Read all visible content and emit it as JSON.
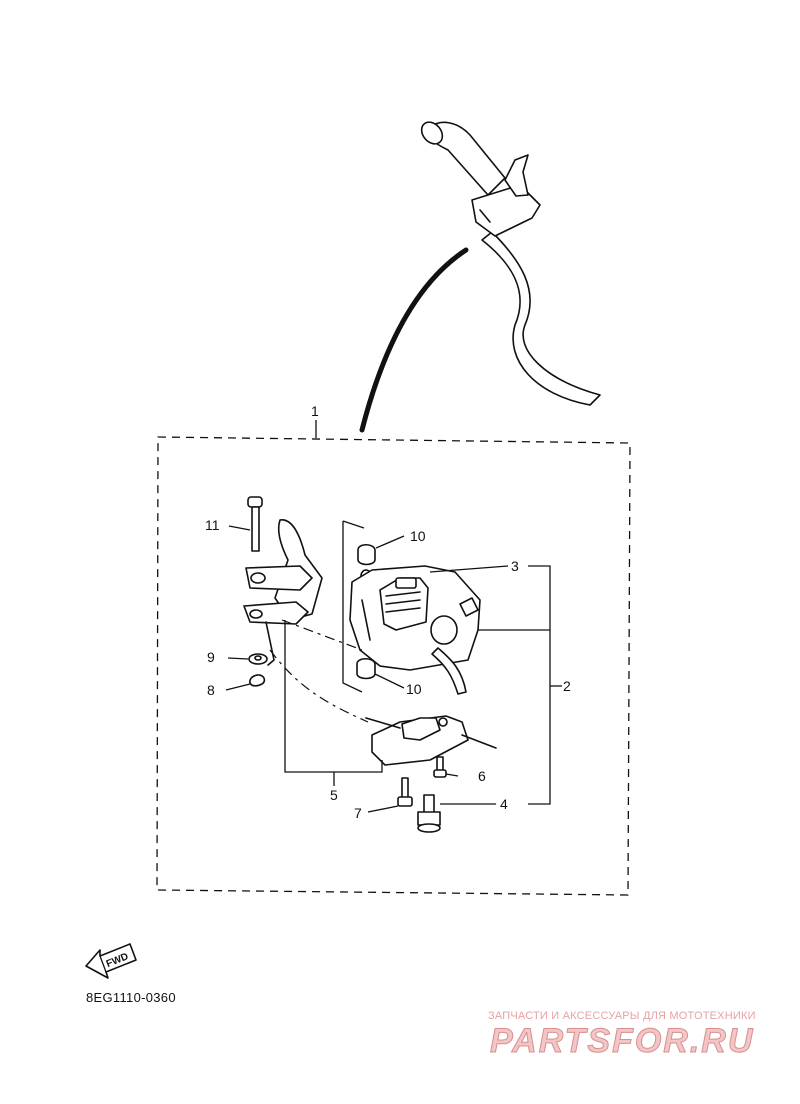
{
  "callouts": [
    {
      "id": "c1",
      "label": "1"
    },
    {
      "id": "c2",
      "label": "2"
    },
    {
      "id": "c3",
      "label": "3"
    },
    {
      "id": "c4",
      "label": "4"
    },
    {
      "id": "c5",
      "label": "5"
    },
    {
      "id": "c6",
      "label": "6"
    },
    {
      "id": "c7",
      "label": "7"
    },
    {
      "id": "c8",
      "label": "8"
    },
    {
      "id": "c9",
      "label": "9"
    },
    {
      "id": "c10a",
      "label": "10"
    },
    {
      "id": "c10b",
      "label": "10"
    },
    {
      "id": "c11",
      "label": "11"
    }
  ],
  "direction_arrow": {
    "label": "FWD",
    "icon": "fwd-arrow-icon"
  },
  "diagram_code": "8EG1110-0360",
  "watermark": {
    "tagline": "ЗАПЧАСТИ И АКСЕССУАРЫ ДЛЯ МОТОТЕХНИКИ",
    "brand": "PARTSFOR.RU",
    "color": "#e6a3a3"
  }
}
